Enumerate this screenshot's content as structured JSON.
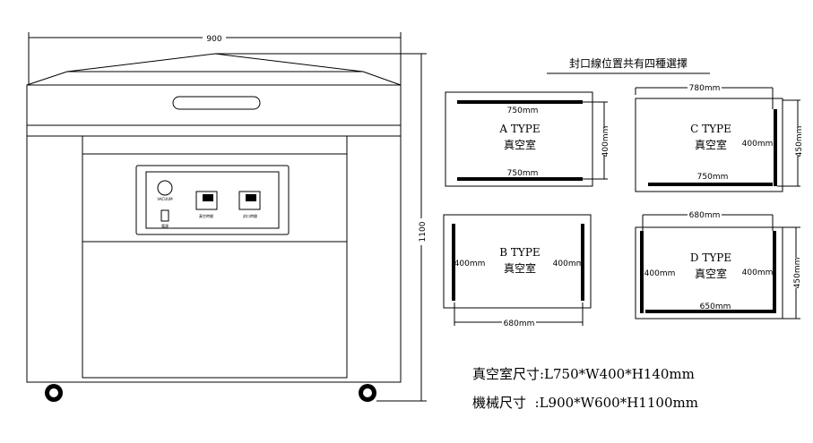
{
  "machine": {
    "width_label": "900",
    "height_label": "1100",
    "gauge_label": "VACUUM",
    "switch_label": "電源",
    "timer1_label": "真空時間",
    "timer2_label": "封口時間"
  },
  "title": "封口線位置共有四種選擇",
  "types": {
    "a": {
      "name": "A TYPE",
      "chamber": "真空室",
      "top": "750mm",
      "bottom": "750mm",
      "side": "400mm"
    },
    "b": {
      "name": "B TYPE",
      "chamber": "真空室",
      "left": "400mm",
      "right": "400mm",
      "bottom_dim": "680mm"
    },
    "c": {
      "name": "C TYPE",
      "chamber": "真空室",
      "top_dim": "780mm",
      "inner_right": "400mm",
      "bottom": "750mm",
      "side": "450mm"
    },
    "d": {
      "name": "D TYPE",
      "chamber": "真空室",
      "top_dim": "680mm",
      "left": "400mm",
      "right": "400mm",
      "bottom": "650mm",
      "side": "450mm"
    }
  },
  "specs": {
    "chamber_size": "真空室尺寸:L750*W400*H140mm",
    "machine_size": "機械尺寸  :L900*W600*H1100mm"
  }
}
